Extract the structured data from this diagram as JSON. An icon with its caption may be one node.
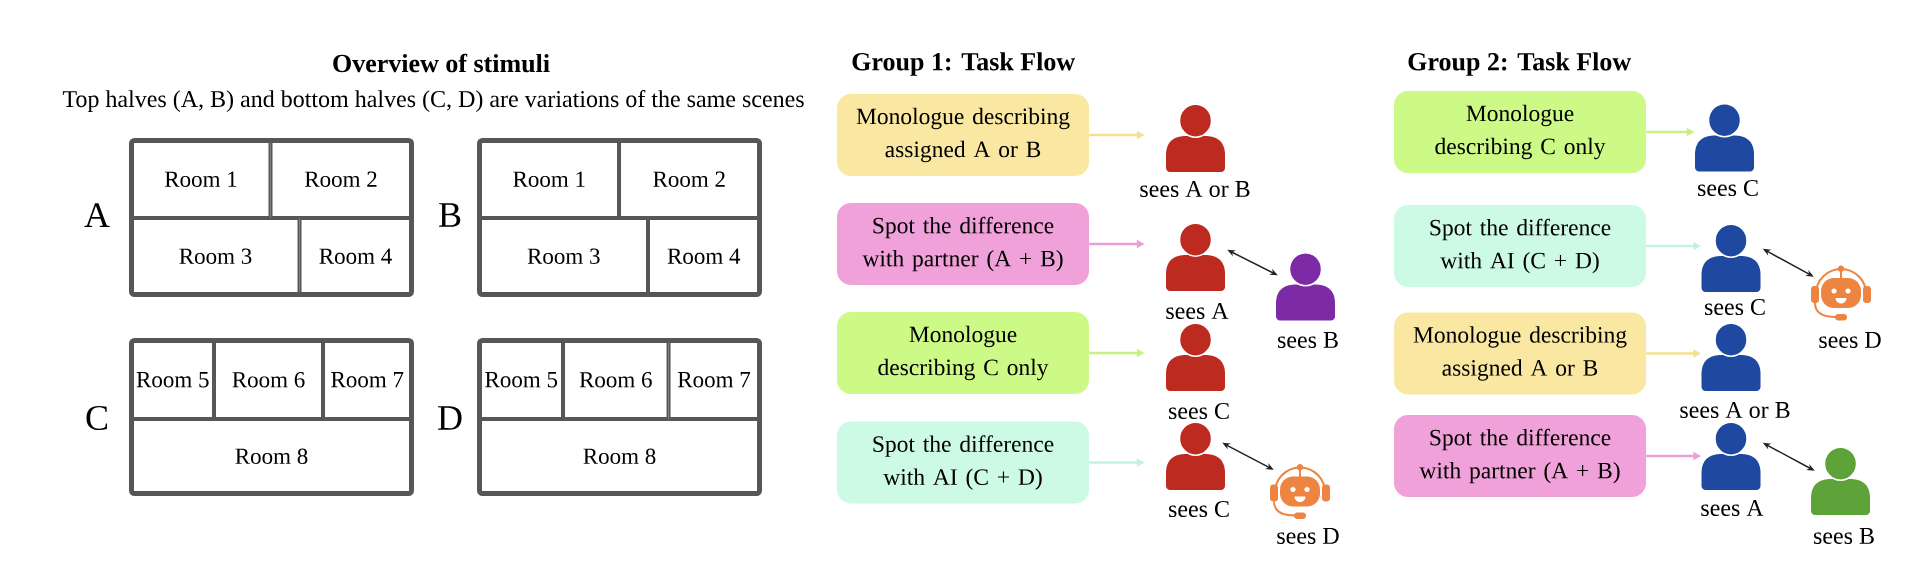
{
  "diagram": {
    "nodes": [
      {
        "text": [
          "A"
        ]
      },
      {
        "text": [
          "Room 1"
        ],
        "in": 0
      },
      {
        "text": [
          "Room 2"
        ],
        "in": 0
      },
      {
        "text": [
          "Room 3"
        ],
        "in": 0
      },
      {
        "text": [
          "Room 4"
        ],
        "in": 0
      },
      {
        "text": [
          "B"
        ]
      },
      {
        "text": [
          "Room 1"
        ],
        "in": 5
      },
      {
        "text": [
          "Room 2"
        ],
        "in": 5
      },
      {
        "text": [
          "Room 3"
        ],
        "in": 5
      },
      {
        "text": [
          "Room 4"
        ],
        "in": 5
      },
      {
        "text": [
          "C"
        ]
      },
      {
        "text": [
          "Room 5"
        ],
        "in": 10
      },
      {
        "text": [
          "Room 6"
        ],
        "in": 10
      },
      {
        "text": [
          "Room 7"
        ],
        "in": 10
      },
      {
        "text": [
          "Room 8"
        ],
        "in": 10
      },
      {
        "text": [
          "D"
        ]
      },
      {
        "text": [
          "Room 5"
        ],
        "in": 15
      },
      {
        "text": [
          "Room 6"
        ],
        "in": 15
      },
      {
        "text": [
          "Room 7"
        ],
        "in": 15
      },
      {
        "text": [
          "Room 8"
        ],
        "in": 15
      },
      {
        "text": [
          "Monologue describing assigned A or B"
        ]
      },
      {
        "text": [],
        "shape": "person",
        "beside": [
          "sees A or B"
        ]
      },
      {
        "text": [
          "Spot the difference with partner (A + B)"
        ]
      },
      {
        "text": [],
        "shape": "person",
        "beside": [
          "sees A"
        ]
      },
      {
        "text": [],
        "shape": "person",
        "beside": [
          "sees B"
        ]
      },
      {
        "text": [
          "Monologue describing C only"
        ]
      },
      {
        "text": [],
        "shape": "person",
        "beside": [
          "sees C"
        ]
      },
      {
        "text": [
          "Spot the difference with AI (C + D)"
        ]
      },
      {
        "text": [],
        "shape": "person",
        "beside": [
          "sees C"
        ]
      },
      {
        "text": [],
        "shape": "robot",
        "beside": [
          "sees D"
        ]
      },
      {
        "text": [
          "Monologue describing C only"
        ]
      },
      {
        "text": [],
        "shape": "person",
        "beside": [
          "sees C"
        ]
      },
      {
        "text": [
          "Spot the difference with AI (C + D)"
        ]
      },
      {
        "text": [],
        "shape": "person",
        "beside": [
          "sees C"
        ]
      },
      {
        "text": [],
        "shape": "robot",
        "beside": [
          "sees D"
        ]
      },
      {
        "text": [
          "Monologue describing assigned A or B"
        ]
      },
      {
        "text": [],
        "shape": "person",
        "beside": [
          "sees A or B"
        ]
      },
      {
        "text": [
          "Spot the difference with partner (A + B)"
        ]
      },
      {
        "text": [],
        "shape": "person",
        "beside": [
          "sees A"
        ]
      },
      {
        "text": [],
        "shape": "person",
        "beside": [
          "sees B"
        ]
      }
    ],
    "edges": [
      {
        "from": 20,
        "to": 21,
        "arrow": "to",
        "color": "#f6df8e"
      },
      {
        "from": 22,
        "to": 23,
        "arrow": "to",
        "color": "#eaa0d6"
      },
      {
        "from": 23,
        "to": 24,
        "arrow": "both"
      },
      {
        "from": 25,
        "to": 26,
        "arrow": "to",
        "color": "#c6f183"
      },
      {
        "from": 27,
        "to": 28,
        "arrow": "to",
        "color": "#c3f3dc"
      },
      {
        "from": 28,
        "to": 29,
        "arrow": "both"
      },
      {
        "from": 30,
        "to": 31,
        "arrow": "to",
        "color": "#c6f183"
      },
      {
        "from": 32,
        "to": 33,
        "arrow": "to",
        "color": "#c3f3dc"
      },
      {
        "from": 33,
        "to": 34,
        "arrow": "both"
      },
      {
        "from": 35,
        "to": 36,
        "arrow": "to",
        "color": "#f6df8e"
      },
      {
        "from": 37,
        "to": 38,
        "arrow": "to",
        "color": "#eaa0d6"
      },
      {
        "from": 38,
        "to": 39,
        "arrow": "both"
      }
    ],
    "labels": [
      "Overview of stimuli",
      "Top halves (A, B) and bottom halves (C, D) are variations of the same scenes",
      "Group 1: Task Flow",
      "Group 2: Task Flow"
    ]
  }
}
